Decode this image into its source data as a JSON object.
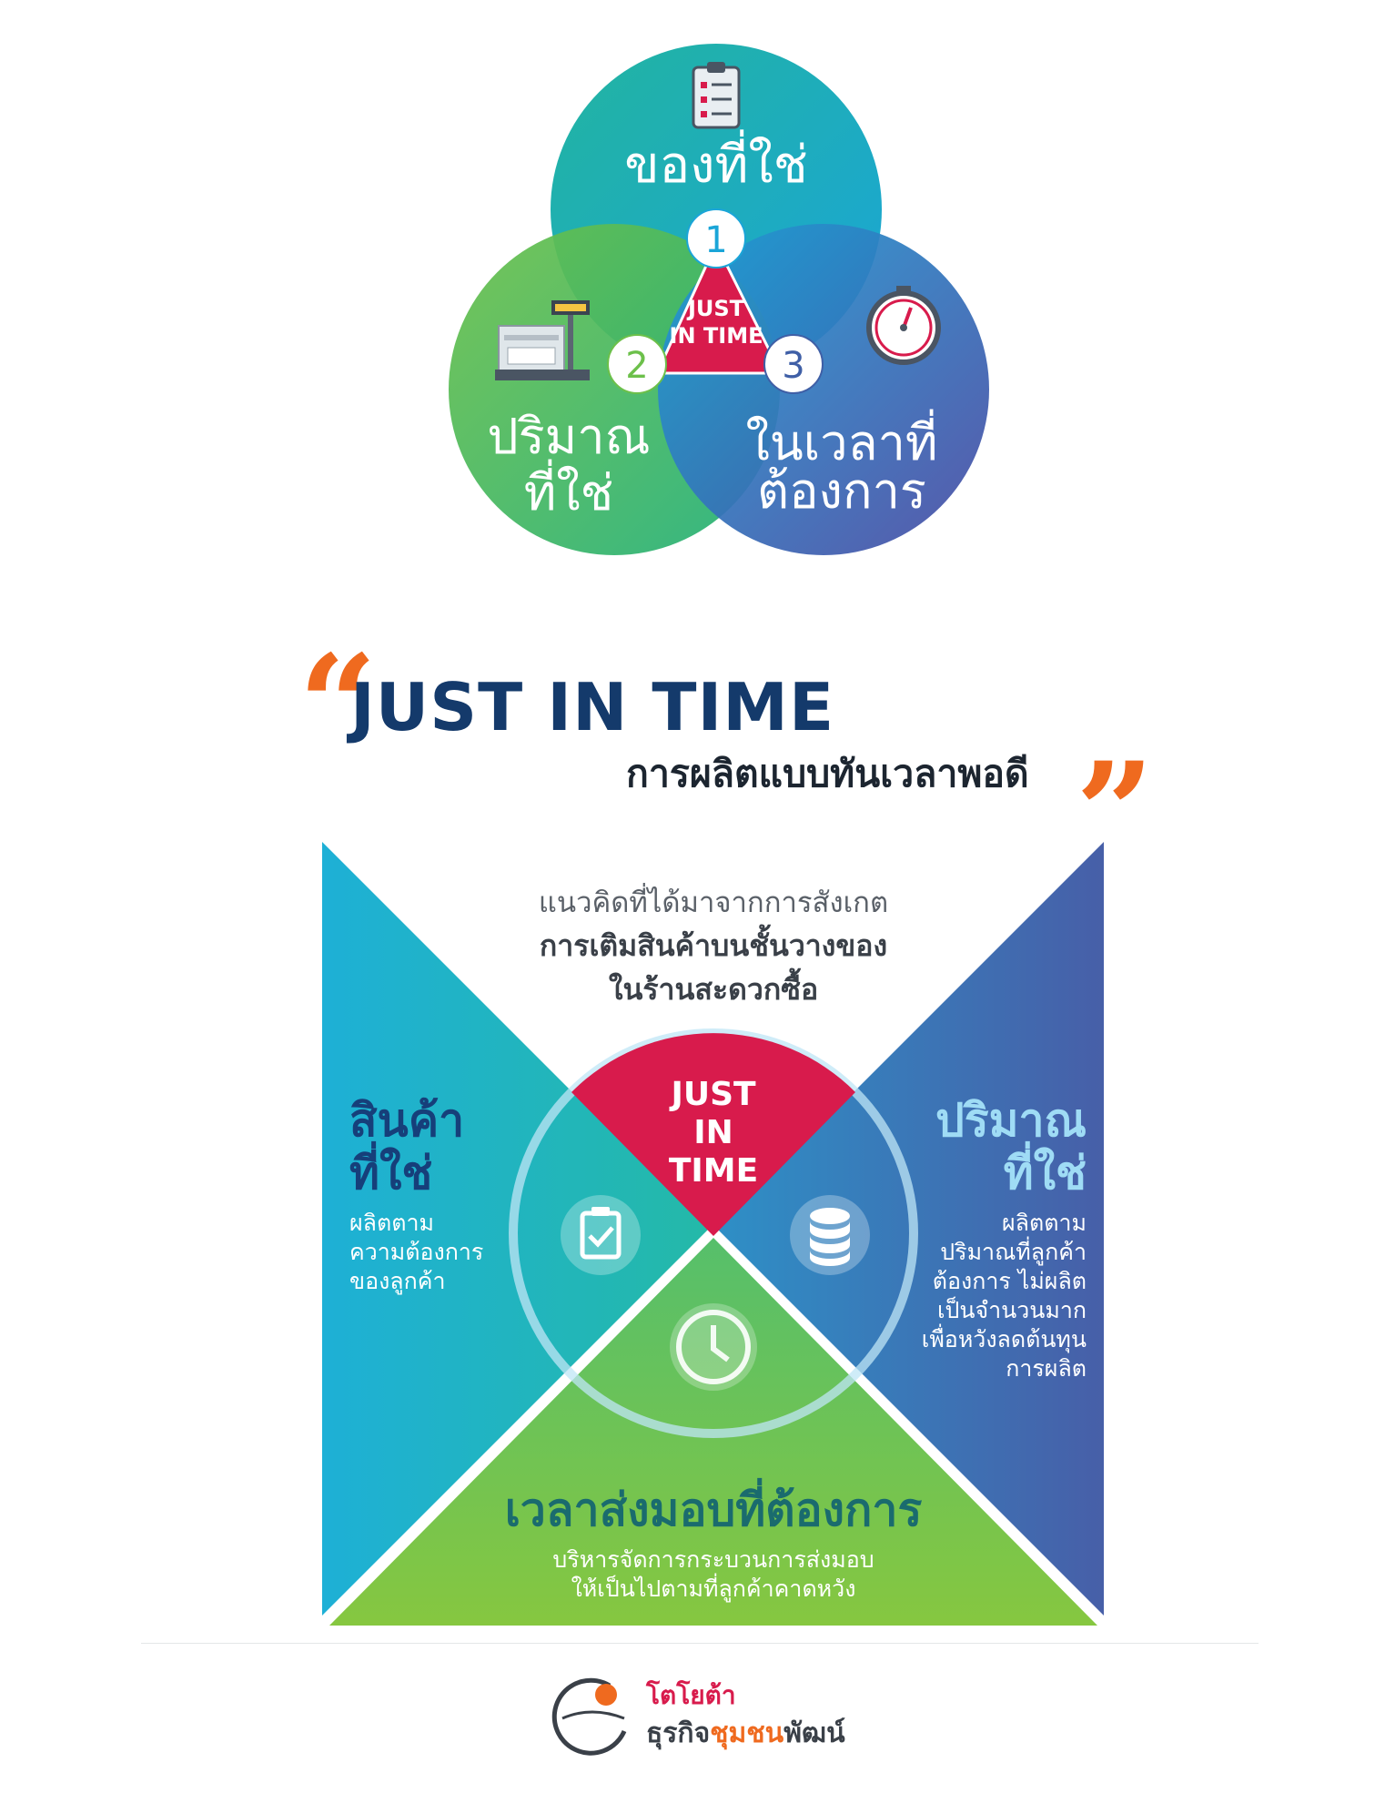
{
  "venn": {
    "top_label": "ของที่ใช่",
    "left_label_1": "ปริมาณ",
    "left_label_2": "ที่ใช่",
    "right_label_1": "ในเวลาที่",
    "right_label_2": "ต้องการ",
    "center_1": "JUST",
    "center_2": "IN TIME",
    "badge_1": "1",
    "badge_2": "2",
    "badge_3": "3",
    "icons": [
      "clipboard-checklist-icon",
      "weighing-scale-icon",
      "stopwatch-icon"
    ]
  },
  "header": {
    "title": "JUST IN TIME",
    "subtitle": "การผลิตแบบทันเวลาพอดี",
    "quote_open": "“",
    "quote_close": "”"
  },
  "panel": {
    "intro_1": "แนวคิดที่ได้มาจากการสังเกต",
    "intro_2": "การเติมสินค้าบนชั้นวางของ",
    "intro_3": "ในร้านสะดวกซื้อ",
    "center_1": "JUST",
    "center_2": "IN",
    "center_3": "TIME",
    "left_title_1": "สินค้า",
    "left_title_2": "ที่ใช่",
    "left_desc": [
      "ผลิตตาม",
      "ความต้องการ",
      "ของลูกค้า"
    ],
    "right_title_1": "ปริมาณ",
    "right_title_2": "ที่ใช่",
    "right_desc": [
      "ผลิตตาม",
      "ปริมาณที่ลูกค้า",
      "ต้องการ ไม่ผลิต",
      "เป็นจำนวนมาก",
      "เพื่อหวังลดต้นทุน",
      "การผลิต"
    ],
    "bottom_title": "เวลาส่งมอบที่ต้องการ",
    "bottom_desc_1": "บริหารจัดการกระบวนการส่งมอบ",
    "bottom_desc_2": "ให้เป็นไปตามที่ลูกค้าคาดหวัง",
    "icons": [
      "clipboard-check-icon",
      "database-stack-icon",
      "clock-icon"
    ]
  },
  "logo": {
    "line_1": "โตโยต้า",
    "line_2a": "ธุรกิจ",
    "line_2b": "ชุมชน",
    "line_2c": "พัฒน์"
  },
  "colors": {
    "navy": "#143a6b",
    "orange": "#ef6a1f",
    "crimson": "#d81b4c",
    "teal": "#1fb3a4",
    "green": "#7cc34a",
    "blue": "#3f5fa6"
  }
}
